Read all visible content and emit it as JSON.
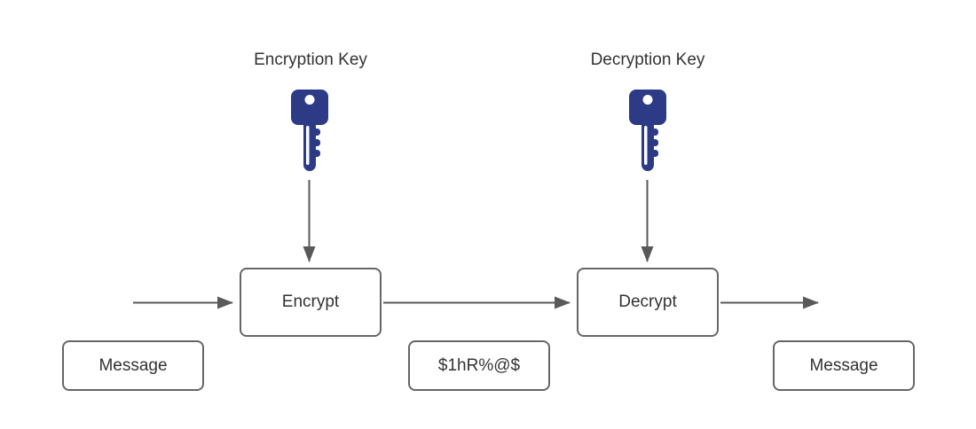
{
  "diagram": {
    "key_labels": {
      "encryption": "Encryption Key",
      "decryption": "Decryption Key"
    },
    "nodes": {
      "encrypt": {
        "label": "Encrypt"
      },
      "decrypt": {
        "label": "Decrypt"
      },
      "message_in": {
        "label": "Message"
      },
      "ciphertext": {
        "label": "$1hR%@$"
      },
      "message_out": {
        "label": "Message"
      }
    },
    "icons": {
      "encryption_key": "key-icon",
      "decryption_key": "key-icon"
    },
    "connectors": [
      {
        "name": "input-to-encrypt",
        "direction": "right"
      },
      {
        "name": "encryption-key-to-encrypt",
        "direction": "down"
      },
      {
        "name": "encrypt-to-decrypt",
        "direction": "right"
      },
      {
        "name": "decryption-key-to-decrypt",
        "direction": "down"
      },
      {
        "name": "decrypt-to-output",
        "direction": "right"
      }
    ]
  },
  "colors": {
    "background": "#ffffff",
    "key_fill": "#2d3a85",
    "connector": "#595959",
    "node_border": "#666666",
    "node_fill": "#ffffff",
    "text": "#333333"
  }
}
